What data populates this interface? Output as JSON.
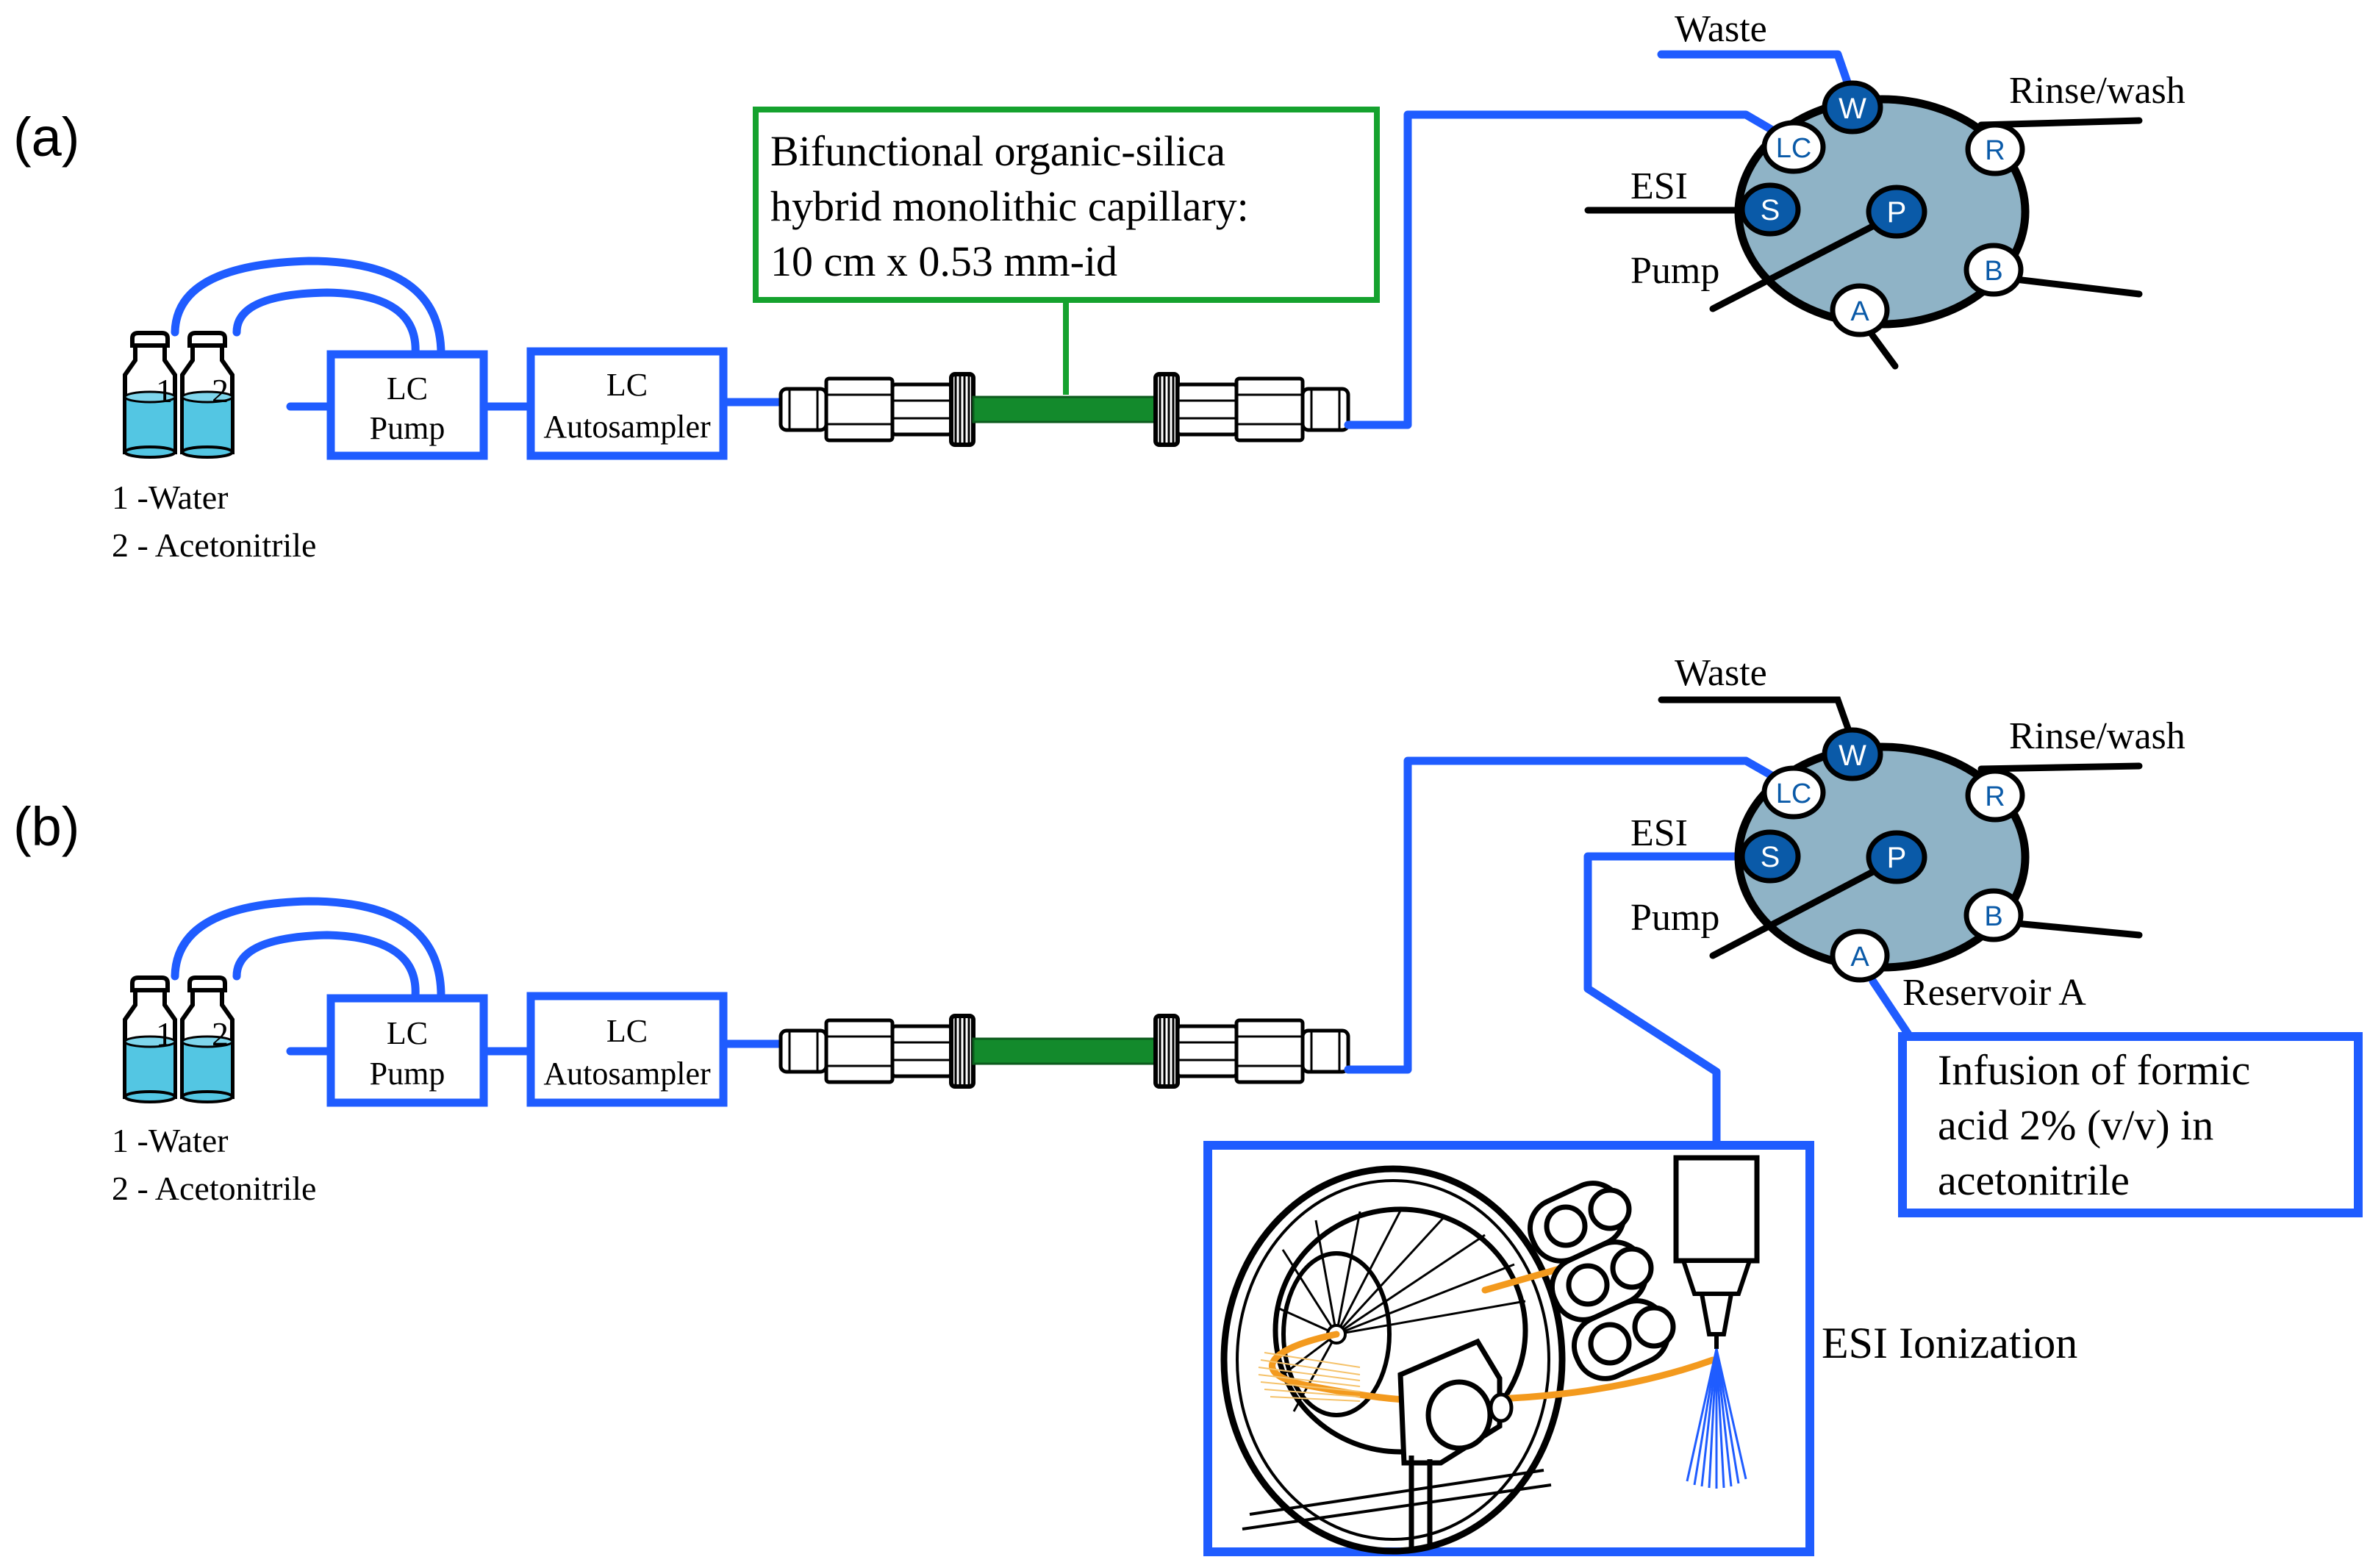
{
  "panels": [
    {
      "tag": "(a)",
      "pump": [
        "LC",
        "Pump"
      ],
      "sampler": [
        "LC",
        "Autosampler"
      ],
      "bottles": [
        "1",
        "2"
      ],
      "legend": [
        "1 -Water",
        "2 - Acetonitrile"
      ],
      "column_note": [
        "Bifunctional organic-silica",
        "hybrid monolithic capillary:",
        "10 cm x 0.53 mm-id"
      ],
      "valve": {
        "waste": "Waste",
        "rinse": "Rinse/wash",
        "esi": "ESI",
        "pump": "Pump",
        "ports": {
          "w": "W",
          "lc": "LC",
          "r": "R",
          "s": "S",
          "p": "P",
          "b": "B",
          "a": "A"
        }
      }
    },
    {
      "tag": "(b)",
      "pump": [
        "LC",
        "Pump"
      ],
      "sampler": [
        "LC",
        "Autosampler"
      ],
      "bottles": [
        "1",
        "2"
      ],
      "legend": [
        "1 -Water",
        "2 - Acetonitrile"
      ],
      "valve": {
        "waste": "Waste",
        "rinse": "Rinse/wash",
        "esi": "ESI",
        "pump": "Pump",
        "reservoir": "Reservoir A",
        "ports": {
          "w": "W",
          "lc": "LC",
          "r": "R",
          "s": "S",
          "p": "P",
          "b": "B",
          "a": "A"
        }
      },
      "infusion_note": [
        "Infusion of formic",
        "acid 2% (v/v) in",
        "acetonitrile"
      ],
      "esi_label": "ESI Ionization"
    }
  ],
  "colors": {
    "tubing": "#1f5cff",
    "column": "#138a2c",
    "note_border": "#15a22e",
    "liquid": "#53c6e3",
    "valve": "#8fb3c6",
    "dark_port": "#0a5aa8",
    "spray_arc": "#f39a1e"
  }
}
